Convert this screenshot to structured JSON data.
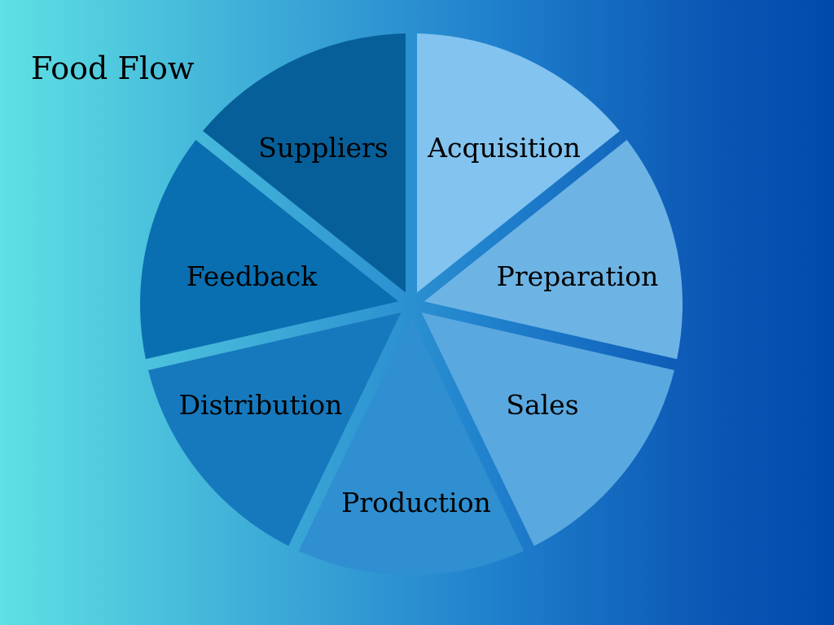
{
  "title": "Food Flow",
  "segments": [
    {
      "label": "Suppliers",
      "color": "#82c3ef"
    },
    {
      "label": "Acquisition",
      "color": "#6db4e5"
    },
    {
      "label": "Preparation",
      "color": "#5aa8e0"
    },
    {
      "label": "Sales",
      "color": "#2f8fd0"
    },
    {
      "label": "Production",
      "color": "#1779bd"
    },
    {
      "label": "Distribution",
      "color": "#0a6fb0"
    },
    {
      "label": "Feedback",
      "color": "#075f99"
    }
  ]
}
